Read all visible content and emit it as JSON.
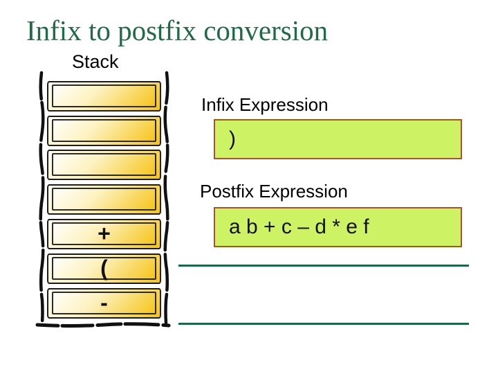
{
  "title": "Infix to postfix conversion",
  "stack": {
    "label": "Stack",
    "slots": [
      "",
      "",
      "",
      "",
      "+",
      "(",
      "-"
    ]
  },
  "infix": {
    "label": "Infix Expression",
    "value": ")"
  },
  "postfix": {
    "label": "Postfix Expression",
    "value": "a b + c – d * e f"
  },
  "colors": {
    "title_green": "#1e6b45",
    "line_green": "#17694a",
    "expr_box_fill": "#cdf263",
    "expr_box_border": "#a8541f",
    "stack_gold": "#f5c417",
    "stack_outline": "#111111"
  }
}
